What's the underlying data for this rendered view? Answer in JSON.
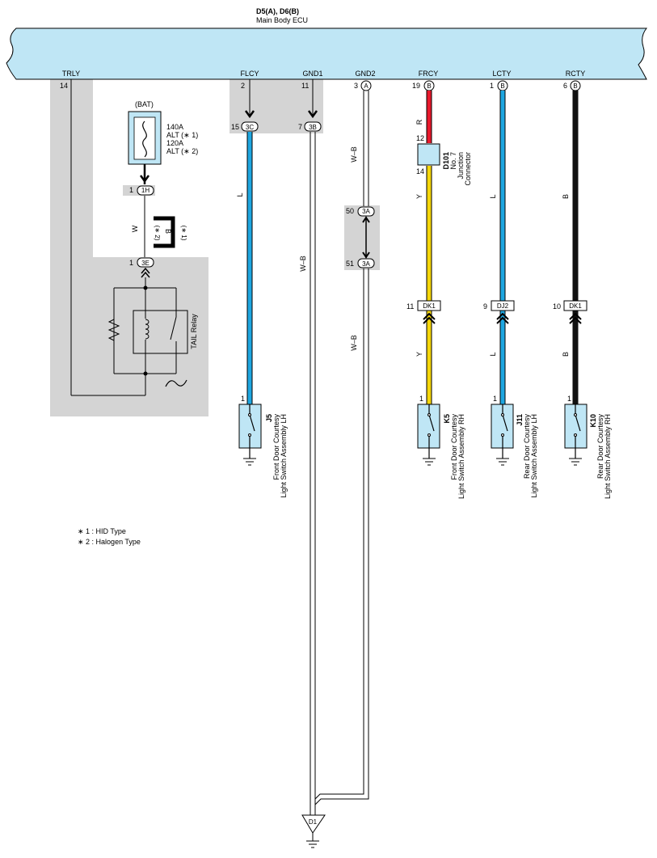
{
  "ecu": {
    "id": "D5(A), D6(B)",
    "name": "Main Body ECU"
  },
  "terminals": {
    "trly": {
      "name": "TRLY",
      "pin": "14"
    },
    "flcy": {
      "name": "FLCY",
      "pin": "2"
    },
    "gnd1": {
      "name": "GND1",
      "pin": "11"
    },
    "gnd2": {
      "name": "GND2",
      "pin": "3",
      "conn": "A"
    },
    "frcy": {
      "name": "FRCY",
      "pin": "19",
      "conn": "B"
    },
    "lcty": {
      "name": "LCTY",
      "pin": "1",
      "conn": "B"
    },
    "rcty": {
      "name": "RCTY",
      "pin": "6",
      "conn": "B"
    }
  },
  "junctions": {
    "flcy": {
      "pin": "15",
      "id": "3C"
    },
    "gnd1": {
      "pin": "7",
      "id": "3B"
    },
    "bat_out": {
      "pin": "1",
      "id": "1H"
    },
    "relay_in": {
      "pin": "1",
      "id": "3E"
    },
    "gnd2_a": {
      "pin": "50",
      "id": "3A"
    },
    "gnd2_b": {
      "pin": "51",
      "id": "3A"
    },
    "frcy": {
      "pin": "11",
      "id": "DK1"
    },
    "lcty": {
      "pin": "9",
      "id": "DJ2"
    },
    "rcty": {
      "pin": "10",
      "id": "DK1"
    }
  },
  "bat": {
    "label": "(BAT)",
    "fuse": [
      "140A",
      "ALT (∗ 1)",
      "120A",
      "ALT (∗ 2)"
    ]
  },
  "relay": {
    "label": "TAIL Relay"
  },
  "d101": {
    "id": "D101",
    "name": [
      "No. 7",
      "Junction",
      "Connector"
    ],
    "pin_in": "12",
    "pin_out": "14"
  },
  "wires": {
    "flcy": "L",
    "gnd1": "W–B",
    "gnd2": "W–B",
    "gnd2_lower": "W–B",
    "frcy_top": "R",
    "frcy_mid": "Y",
    "frcy_low": "Y",
    "lcty_mid": "L",
    "lcty_low": "L",
    "rcty_mid": "B",
    "rcty_low": "B",
    "trly_w": "W",
    "trly_b": "B",
    "star2": "(∗ 2)",
    "star1": "(∗ 1)"
  },
  "switches": {
    "j5": {
      "pin": "1",
      "id": "J5",
      "name": [
        "Front Door Courtesy",
        "Light Switch Assembly LH"
      ]
    },
    "k5": {
      "pin": "1",
      "id": "K5",
      "name": [
        "Front Door Courtesy",
        "Light Switch Assembly RH"
      ]
    },
    "j11": {
      "pin": "1",
      "id": "J11",
      "name": [
        "Rear Door Courtesy",
        "Light Switch Assembly LH"
      ]
    },
    "k10": {
      "pin": "1",
      "id": "K10",
      "name": [
        "Rear Door Courtesy",
        "Light Switch Assembly RH"
      ]
    }
  },
  "ground": {
    "id": "D1"
  },
  "notes": [
    "∗ 1 : HID Type",
    "∗ 2 : Halogen Type"
  ],
  "colors": {
    "ecu_fill": "#bfe6f5",
    "blue_wire": "#1ea6e0",
    "red_wire": "#e8192c",
    "yellow_wire": "#f5d60a",
    "black_wire": "#111111",
    "shade": "#d4d4d4"
  }
}
